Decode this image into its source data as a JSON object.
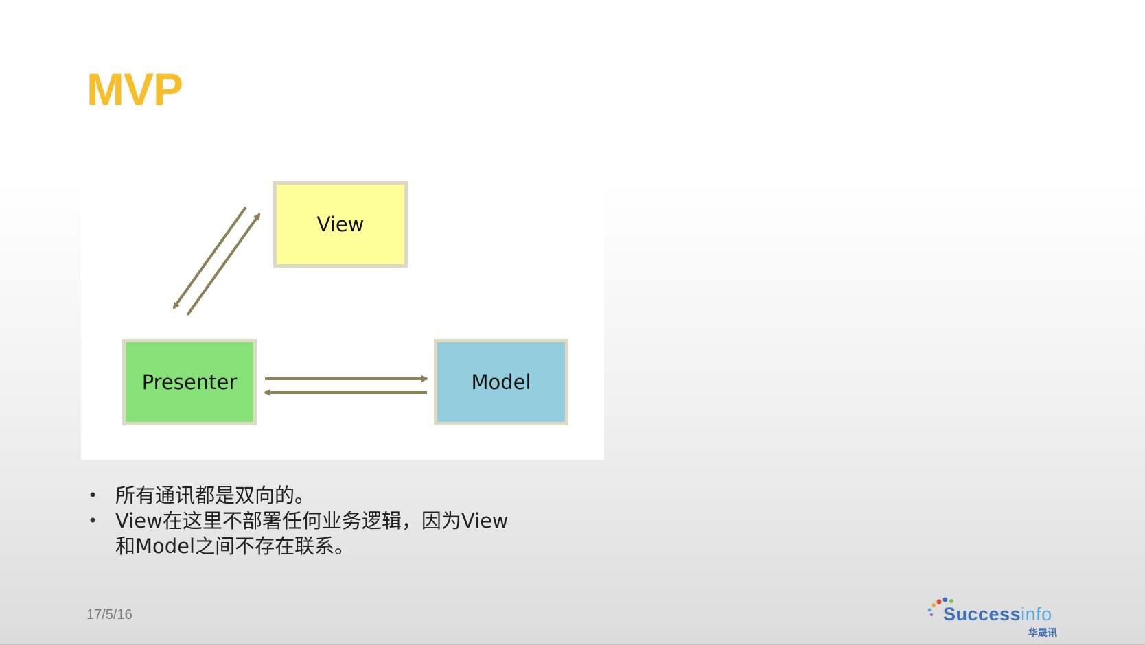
{
  "slide": {
    "title": "MVP",
    "diagram": {
      "nodes": {
        "view": "View",
        "presenter": "Presenter",
        "model": "Model"
      },
      "colors": {
        "view": "#FFFF99",
        "presenter": "#88E078",
        "model": "#93CDDD",
        "arrow": "#8B8259",
        "node_border": "#DDD9C3"
      }
    },
    "bullets": [
      "所有通讯都是双向的。",
      "View在这里不部署任何业务逻辑，因为View和Model之间不存在联系。"
    ],
    "date": "17/5/16",
    "logo": {
      "word_bold": "Success",
      "word_light": "info",
      "chinese": "华晟讯"
    }
  }
}
